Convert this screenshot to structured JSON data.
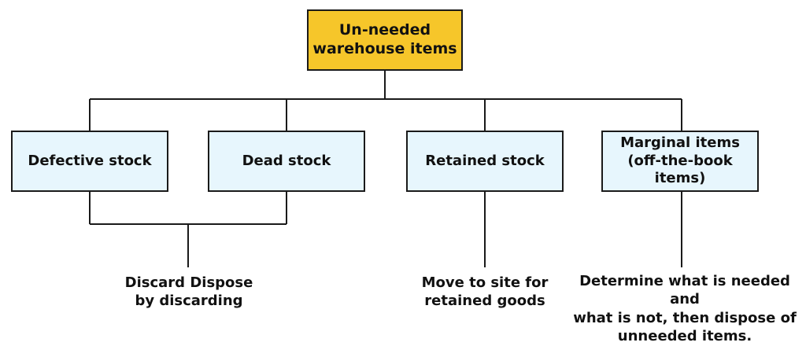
{
  "colors": {
    "root_fill": "#f6c62a",
    "child_fill": "#e7f6fd",
    "line": "#1a1a1a"
  },
  "root": {
    "lines": [
      "Un-needed",
      "warehouse items"
    ]
  },
  "children": [
    {
      "id": "defective",
      "lines": [
        "Defective stock"
      ]
    },
    {
      "id": "dead",
      "lines": [
        "Dead stock"
      ]
    },
    {
      "id": "retained",
      "lines": [
        "Retained stock"
      ]
    },
    {
      "id": "marginal",
      "lines": [
        "Marginal items",
        "(off-the-book items)"
      ]
    }
  ],
  "outcomes": [
    {
      "id": "discard",
      "lines": [
        "Discard Dispose",
        "by discarding"
      ]
    },
    {
      "id": "move",
      "lines": [
        "Move to site for",
        "retained goods"
      ]
    },
    {
      "id": "determine",
      "lines": [
        "Determine what is needed and",
        "what is not, then dispose of",
        "unneeded items."
      ]
    }
  ]
}
